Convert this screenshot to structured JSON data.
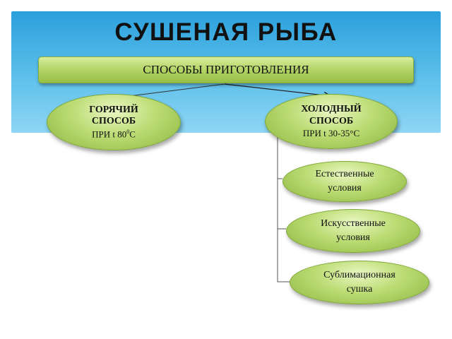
{
  "title": "СУШЕНАЯ РЫБА",
  "methods_header": "СПОСОБЫ ПРИГОТОВЛЕНИЯ",
  "hot": {
    "line1": "ГОРЯЧИЙ",
    "line2": "СПОСОБ",
    "temp_prefix": "ПРИ t 80",
    "temp_sup": "0",
    "temp_suffix": "С"
  },
  "cold": {
    "line1": "ХОЛОДНЫЙ",
    "line2": "СПОСОБ",
    "temp": "ПРИ t 30-35°С"
  },
  "cold_options": [
    {
      "line1": "Естественные",
      "line2": "условия"
    },
    {
      "line1": "Искусственные",
      "line2": "условия"
    },
    {
      "line1": "Сублимационная",
      "line2": "сушка"
    }
  ],
  "colors": {
    "banner": "#3aaee3",
    "oval": "#b6d66a",
    "text": "#111111"
  }
}
